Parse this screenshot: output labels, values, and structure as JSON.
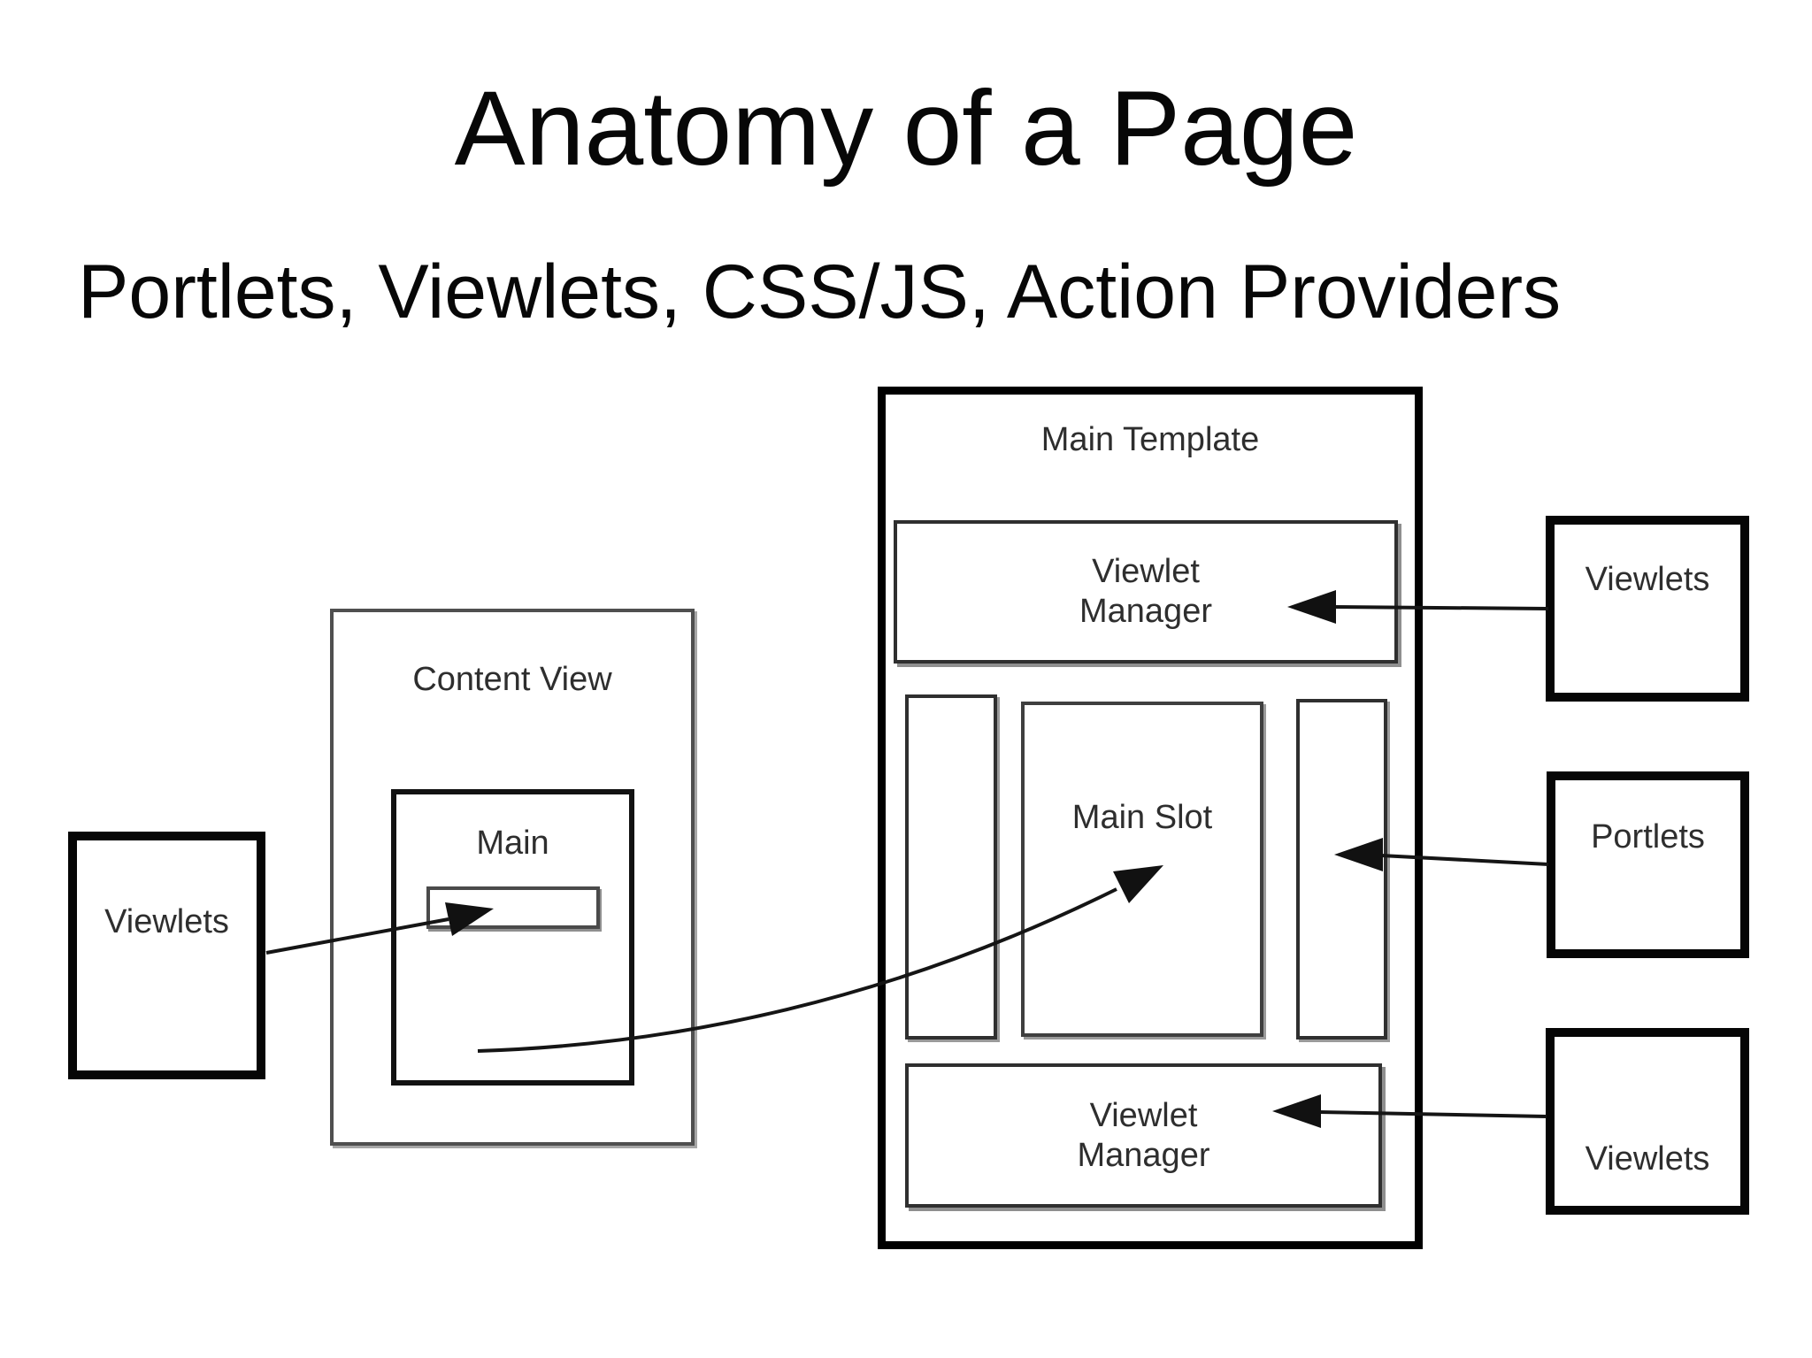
{
  "slide": {
    "title": "Anatomy of a Page",
    "subtitle": "Portlets, Viewlets, CSS/JS, Action Providers"
  },
  "diagram": {
    "content_view": {
      "title": "Content View",
      "main": {
        "title": "Main"
      }
    },
    "main_template": {
      "title": "Main Template",
      "viewlet_manager_top": "Viewlet\nManager",
      "main_slot": "Main Slot",
      "viewlet_manager_bottom": "Viewlet\nManager"
    },
    "external": {
      "viewlets_left": "Viewlets",
      "viewlets_top": "Viewlets",
      "portlets": "Portlets",
      "viewlets_bottom": "Viewlets"
    },
    "colors": {
      "background": "#ffffff",
      "strong_border": "#000000",
      "thin_border": "#3d3d3d",
      "text": "#2e2e2e",
      "arrow": "#151515"
    }
  }
}
